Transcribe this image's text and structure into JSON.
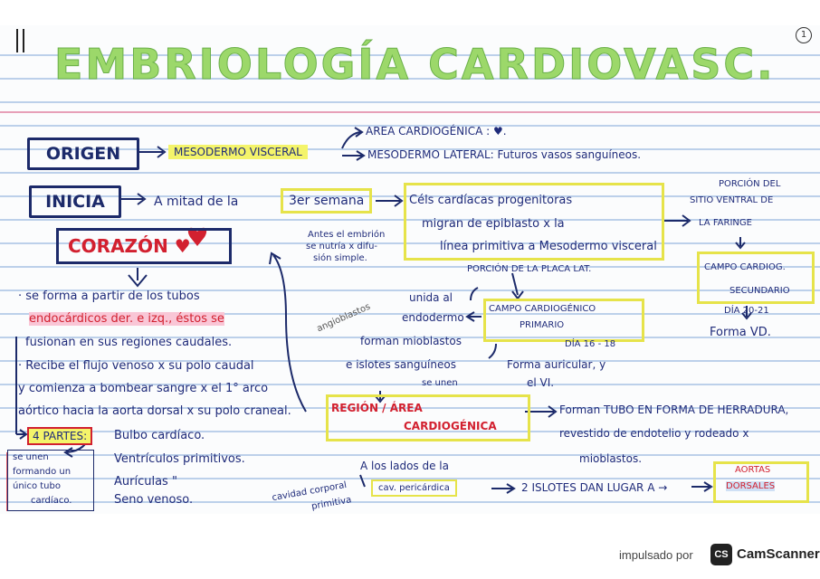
{
  "title": "EMBRIOLOGÍA CARDIOVASC.",
  "page_number": "1",
  "origen": {
    "label": "ORIGEN",
    "value": "MESODERMO VISCERAL",
    "branch1": "AREA CARDIOGÉNICA : ♥.",
    "branch2": "MESODERMO LATERAL: Futuros vasos sanguíneos."
  },
  "inicia": {
    "label": "INICIA",
    "text": "A mitad de la",
    "week": "3er semana",
    "note_line1": "Antes el embrión",
    "note_line2": "se nutría x difu-",
    "note_line3": "sión simple.",
    "cells_line1": "Céls cardíacas progenitoras",
    "cells_line2": "migran de epiblasto x la",
    "cells_line3": "línea primitiva a Mesodermo visceral",
    "faringe_line1": "PORCIÓN DEL",
    "faringe_line2": "SITIO VENTRAL DE",
    "faringe_line3": "LA FARINGE"
  },
  "corazon": {
    "label": "CORAZÓN ♥",
    "lines": [
      "· se forma a partir de los tubos",
      "endocárdicos der. e izq., éstos se",
      "fusionan en sus regiones caudales.",
      "· Recibe el flujo venoso x su polo caudal",
      "y comienza a bombear sangre x el 1° arco",
      "aórtico hacia la aorta dorsal x su polo craneal."
    ],
    "partes_label": "4 PARTES:",
    "partes": [
      "Bulbo cardíaco.",
      "Ventrículos primitivos.",
      "Aurículas \"",
      "Seno venoso."
    ],
    "side_note": [
      "se unen",
      "formando un",
      "único tubo",
      "cardíaco."
    ]
  },
  "placa": {
    "porcion": "PORCIÓN DE LA PLACA LAT.",
    "unida": "unida al",
    "endodermo": "endodermo",
    "angioblastos": "angioblastos",
    "campo_primario_line1": "CAMPO CARDIOGÉNICO",
    "campo_primario_line2": "PRIMARIO",
    "dia_primario": "DÍA 16 - 18",
    "forman_mioblastos": "forman mioblastos",
    "islotes": "e islotes sanguíneos",
    "se_unen": "se unen",
    "forma_auricular": "Forma auricular, y",
    "el_vi": "el VI."
  },
  "secundario": {
    "line1": "CAMPO CARDIOG.",
    "line2": "SECUNDARIO",
    "dia": "DÍA 20-21",
    "forma_vd": "Forma VD."
  },
  "region": {
    "line1": "REGIÓN / ÁREA",
    "line2": "CARDIOGÉNICA",
    "arrow_text_line1": "Forman TUBO EN FORMA DE HERRADURA,",
    "arrow_text_line2": "revestido de endotelio y rodeado x",
    "arrow_text_line3": "mioblastos.",
    "lados": "A los lados de la",
    "cavidad_line1": "cavidad corporal",
    "cavidad_line2": "primitiva",
    "cav_pericardica": "cav. pericárdica",
    "islotes_lugar": "2 ISLOTES DAN LUGAR A →",
    "aortas_line1": "AORTAS",
    "aortas_line2": "DORSALES"
  },
  "footer": {
    "prefix": "impulsado por",
    "logo": "CS",
    "brand": "CamScanner"
  }
}
